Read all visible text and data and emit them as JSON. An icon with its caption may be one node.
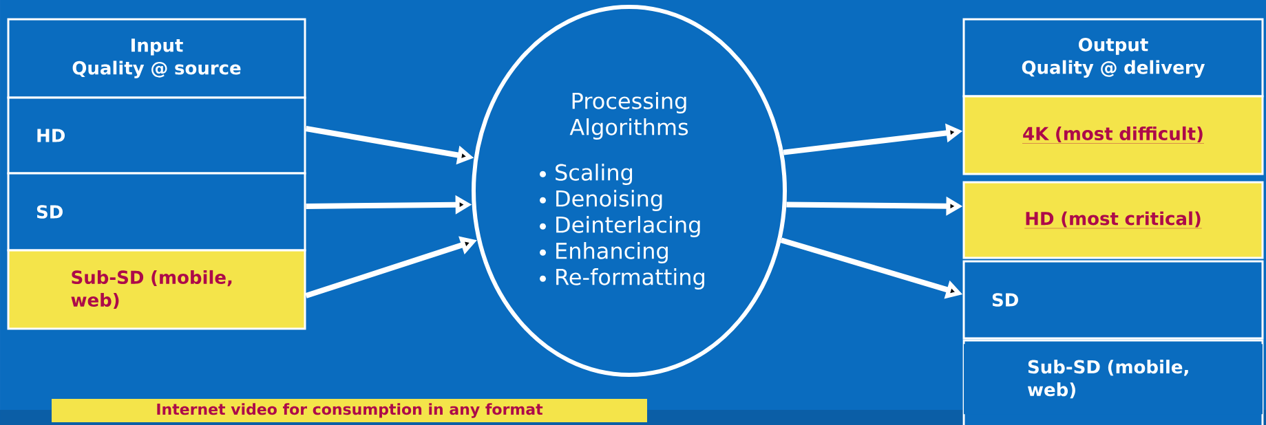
{
  "diagram": {
    "nodes": [
      {
        "text": [
          "Input",
          "Quality @ source"
        ]
      },
      {
        "text": [
          "HD"
        ]
      },
      {
        "text": [
          "SD"
        ]
      },
      {
        "text": [
          "Sub-SD (mobile, web)"
        ]
      },
      {
        "text": [
          "Processing Algorithms",
          "Scaling",
          "Denoising",
          "Deinterlacing",
          "Enhancing",
          "Re-formatting"
        ]
      },
      {
        "text": [
          "Output",
          "Quality @ delivery"
        ]
      },
      {
        "text": [
          "4K (most difficult)"
        ]
      },
      {
        "text": [
          "HD (most critical)"
        ]
      },
      {
        "text": [
          "SD"
        ]
      },
      {
        "text": [
          "Sub-SD (mobile, web)"
        ]
      },
      {
        "text": [
          "Internet video for consumption in any format"
        ]
      }
    ],
    "edges": [
      {
        "from": 1,
        "to": 4,
        "arrow": "to"
      },
      {
        "from": 2,
        "to": 4,
        "arrow": "to"
      },
      {
        "from": 3,
        "to": 4,
        "arrow": "to"
      },
      {
        "from": 4,
        "to": 6,
        "arrow": "to"
      },
      {
        "from": 4,
        "to": 7,
        "arrow": "to"
      },
      {
        "from": 4,
        "to": 8,
        "arrow": "to"
      }
    ]
  }
}
